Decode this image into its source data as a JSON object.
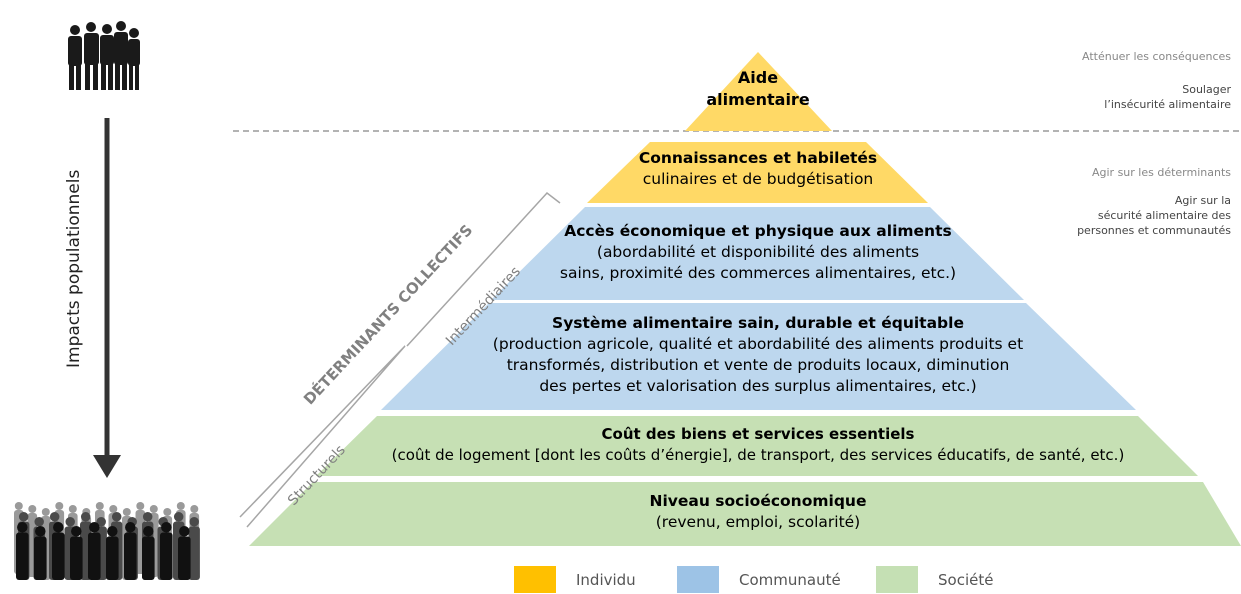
{
  "colors": {
    "individu": "#ffd966",
    "communaute": "#bdd7ee",
    "societe": "#c6e0b4",
    "legend_individu": "#ffc000",
    "legend_communaute": "#9dc3e6",
    "legend_societe": "#c5e0b4"
  },
  "pyramid": {
    "level1": {
      "title": "Aide",
      "line2": "alimentaire"
    },
    "level2": {
      "title": "Connaissances et habiletés",
      "line2": "culinaires et de budgétisation"
    },
    "level3": {
      "title": "Accès économique et physique aux aliments",
      "line2": "(abordabilité et disponibilité des aliments",
      "line3": "sains, proximité des commerces alimentaires, etc.)"
    },
    "level4": {
      "title": "Système alimentaire sain, durable et équitable",
      "line2": "(production agricole, qualité et abordabilité des aliments produits et",
      "line3": "transformés, distribution et vente de produits locaux, diminution",
      "line4": "des pertes et valorisation des surplus alimentaires, etc.)"
    },
    "level5": {
      "title": "Coût des biens et services essentiels",
      "line2": "(coût de logement [dont les coûts d’énergie], de transport, des services éducatifs, de santé, etc.)"
    },
    "level6": {
      "title": "Niveau socioéconomique",
      "line2": "(revenu, emploi, scolarité)"
    }
  },
  "left": {
    "arrow_label": "Impacts populationnels",
    "determinants": "DÉTERMINANTS COLLECTIFS",
    "intermediaires": "Intermédiaires",
    "structurels": "Structurels"
  },
  "right": {
    "top_heading": "Atténuer les conséquences",
    "top_line1": "Soulager",
    "top_line2": "l’insécurité alimentaire",
    "bottom_heading": "Agir sur les déterminants",
    "bottom_line1": "Agir sur la",
    "bottom_line2": "sécurité alimentaire des",
    "bottom_line3": "personnes et communautés"
  },
  "legend": {
    "individu": "Individu",
    "communaute": "Communauté",
    "societe": "Société"
  }
}
